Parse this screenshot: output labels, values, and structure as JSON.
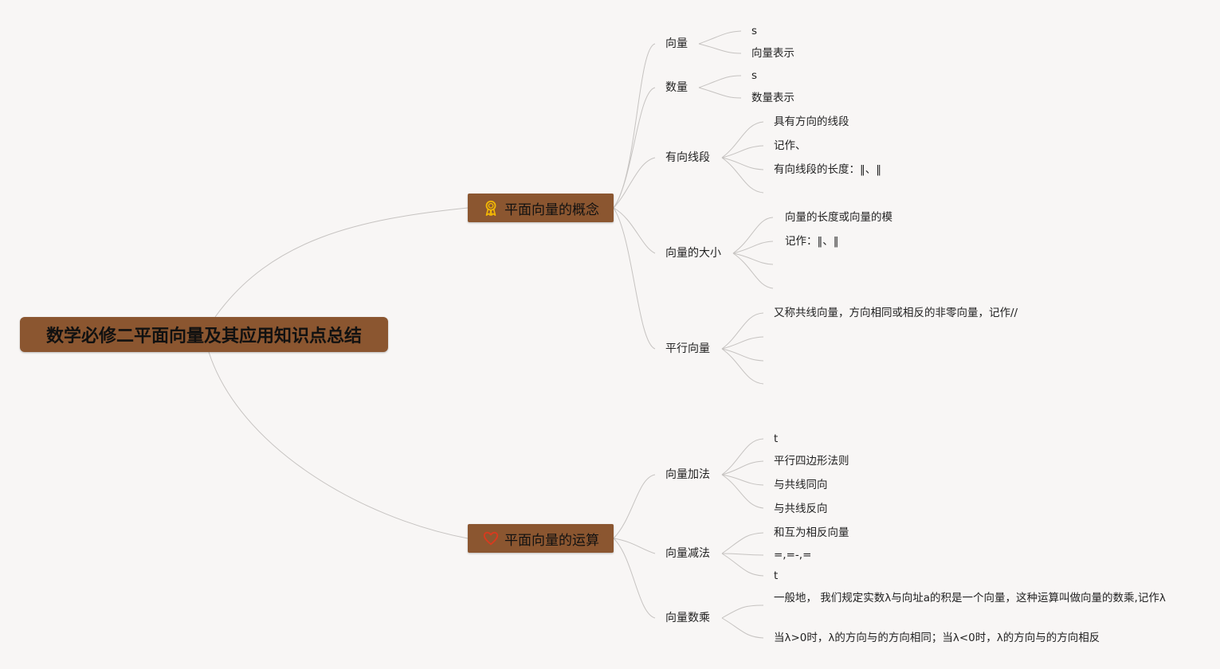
{
  "root": {
    "title": "数学必修二平面向量及其应用知识点总结"
  },
  "branches": [
    {
      "label": "平面向量的概念",
      "icon": "award-ribbon-icon",
      "icon_color": "#f2b705",
      "children": [
        {
          "label": "向量",
          "items": [
            "s",
            "向量表示"
          ]
        },
        {
          "label": "数量",
          "items": [
            "s",
            "数量表示"
          ]
        },
        {
          "label": "有向线段",
          "items": [
            "具有方向的线段",
            "记作、",
            "有向线段的长度：‖、‖"
          ]
        },
        {
          "label": "向量的大小",
          "items": [
            "向量的长度或向量的模",
            "记作：‖、‖"
          ]
        },
        {
          "label": "平行向量",
          "items": [
            "又称共线向量，方向相同或相反的非零向量，记作//"
          ]
        }
      ]
    },
    {
      "label": "平面向量的运算",
      "icon": "heart-icon",
      "icon_color": "#d93a1e",
      "children": [
        {
          "label": "向量加法",
          "items": [
            "t",
            "平行四边形法则",
            "与共线同向",
            "与共线反向"
          ]
        },
        {
          "label": "向量减法",
          "items": [
            "和互为相反向量",
            "=,=-,=",
            "t"
          ]
        },
        {
          "label": "向量数乘",
          "items": [
            "一般地， 我们规定实数λ与向址a的积是一个向量，这种运算叫做向量的数乘,记作λ",
            "当λ>0时，λ的方向与的方向相同；当λ<0时，λ的方向与的方向相反"
          ]
        }
      ]
    }
  ],
  "colors": {
    "node_fill": "#8b5630",
    "edge": "#c6c3c1",
    "background": "#f8f6f5"
  }
}
